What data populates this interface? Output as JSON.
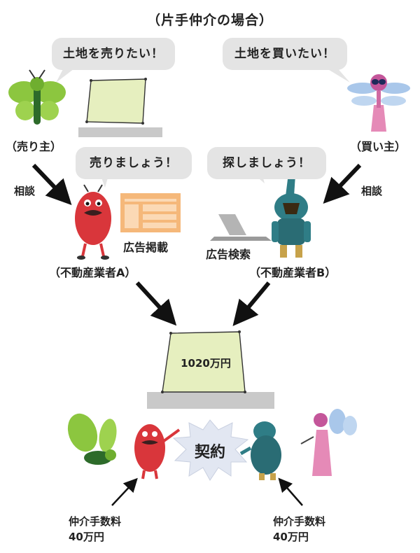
{
  "title": "（片手仲介の場合）",
  "seller": {
    "bubble": "土地を売りたい！",
    "label": "（売り主）",
    "consult": "相談"
  },
  "buyer": {
    "bubble": "土地を買いたい！",
    "label": "（買い主）",
    "consult": "相談"
  },
  "agent_a": {
    "bubble": "売りましょう！",
    "action": "広告掲載",
    "label": "（不動産業者A）"
  },
  "agent_b": {
    "bubble": "探しましょう！",
    "action": "広告検索",
    "label": "（不動産業者B）"
  },
  "land": {
    "price": "1020万円"
  },
  "contract": {
    "label": "契約"
  },
  "fee_a": {
    "line1": "仲介手数料",
    "line2": "40万円"
  },
  "fee_b": {
    "line1": "仲介手数料",
    "line2": "40万円"
  },
  "colors": {
    "land_fill": "#e6efbf",
    "base_gray": "#c9c9c9",
    "bubble_gray": "#e4e4e4",
    "ad_orange": "#f5b87a",
    "agent_a_red": "#d9363b",
    "agent_b_teal": "#2f7d86",
    "seller_green": "#8cc63f",
    "buyer_blue": "#a9c7ea"
  }
}
